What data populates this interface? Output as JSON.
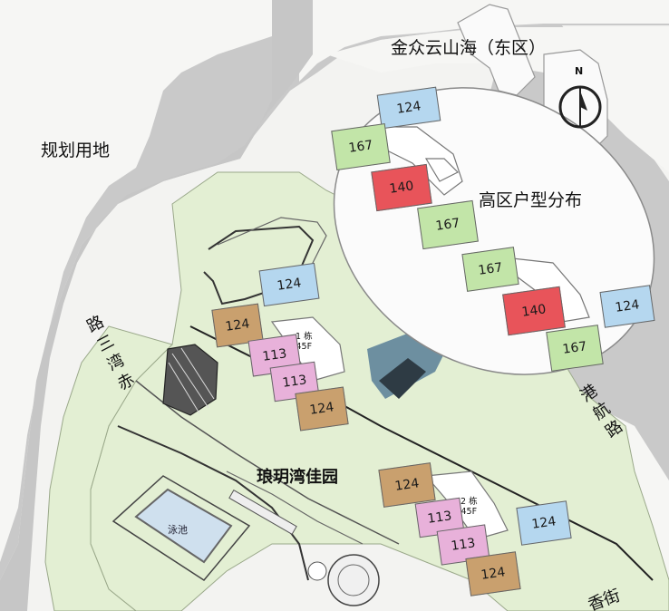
{
  "labels": {
    "district_east": "金众云山海（东区）",
    "planning_land": "规划用地",
    "high_zone": "高区户型分布",
    "garden": "琅玥湾佳园",
    "pool": "泳池",
    "north": "N",
    "road_west": [
      "赤",
      "湾",
      "三",
      "路"
    ],
    "road_east": [
      "港",
      "航",
      "路"
    ],
    "road_south": "香街"
  },
  "buildings": [
    {
      "name": "1 栋",
      "floors": "45F"
    },
    {
      "name": "2 栋",
      "floors": "45F"
    }
  ],
  "colors": {
    "area_blue": "#b5d7ef",
    "area_green": "#c2e5a8",
    "area_red": "#e8545a",
    "area_pink": "#e8b1da",
    "area_brown": "#c9a06e",
    "site_green": "#e3efd3",
    "road_gray": "#c9c9c9",
    "water": "#6d8fa0"
  },
  "units": [
    {
      "id": "u-hi-1",
      "value": "124",
      "color": "area_blue"
    },
    {
      "id": "u-hi-2",
      "value": "167",
      "color": "area_green"
    },
    {
      "id": "u-hi-3",
      "value": "140",
      "color": "area_red"
    },
    {
      "id": "u-hi-4",
      "value": "167",
      "color": "area_green"
    },
    {
      "id": "u-hi-5",
      "value": "167",
      "color": "area_green"
    },
    {
      "id": "u-hi-6",
      "value": "140",
      "color": "area_red"
    },
    {
      "id": "u-hi-7",
      "value": "124",
      "color": "area_blue"
    },
    {
      "id": "u-hi-8",
      "value": "167",
      "color": "area_green"
    },
    {
      "id": "u-b1-1",
      "value": "124",
      "color": "area_blue"
    },
    {
      "id": "u-b1-2",
      "value": "124",
      "color": "area_brown"
    },
    {
      "id": "u-b1-3",
      "value": "113",
      "color": "area_pink"
    },
    {
      "id": "u-b1-4",
      "value": "113",
      "color": "area_pink"
    },
    {
      "id": "u-b1-5",
      "value": "124",
      "color": "area_brown"
    },
    {
      "id": "u-b2-1",
      "value": "124",
      "color": "area_brown"
    },
    {
      "id": "u-b2-2",
      "value": "113",
      "color": "area_pink"
    },
    {
      "id": "u-b2-3",
      "value": "113",
      "color": "area_pink"
    },
    {
      "id": "u-b2-4",
      "value": "124",
      "color": "area_blue"
    },
    {
      "id": "u-b2-5",
      "value": "124",
      "color": "area_brown"
    }
  ]
}
